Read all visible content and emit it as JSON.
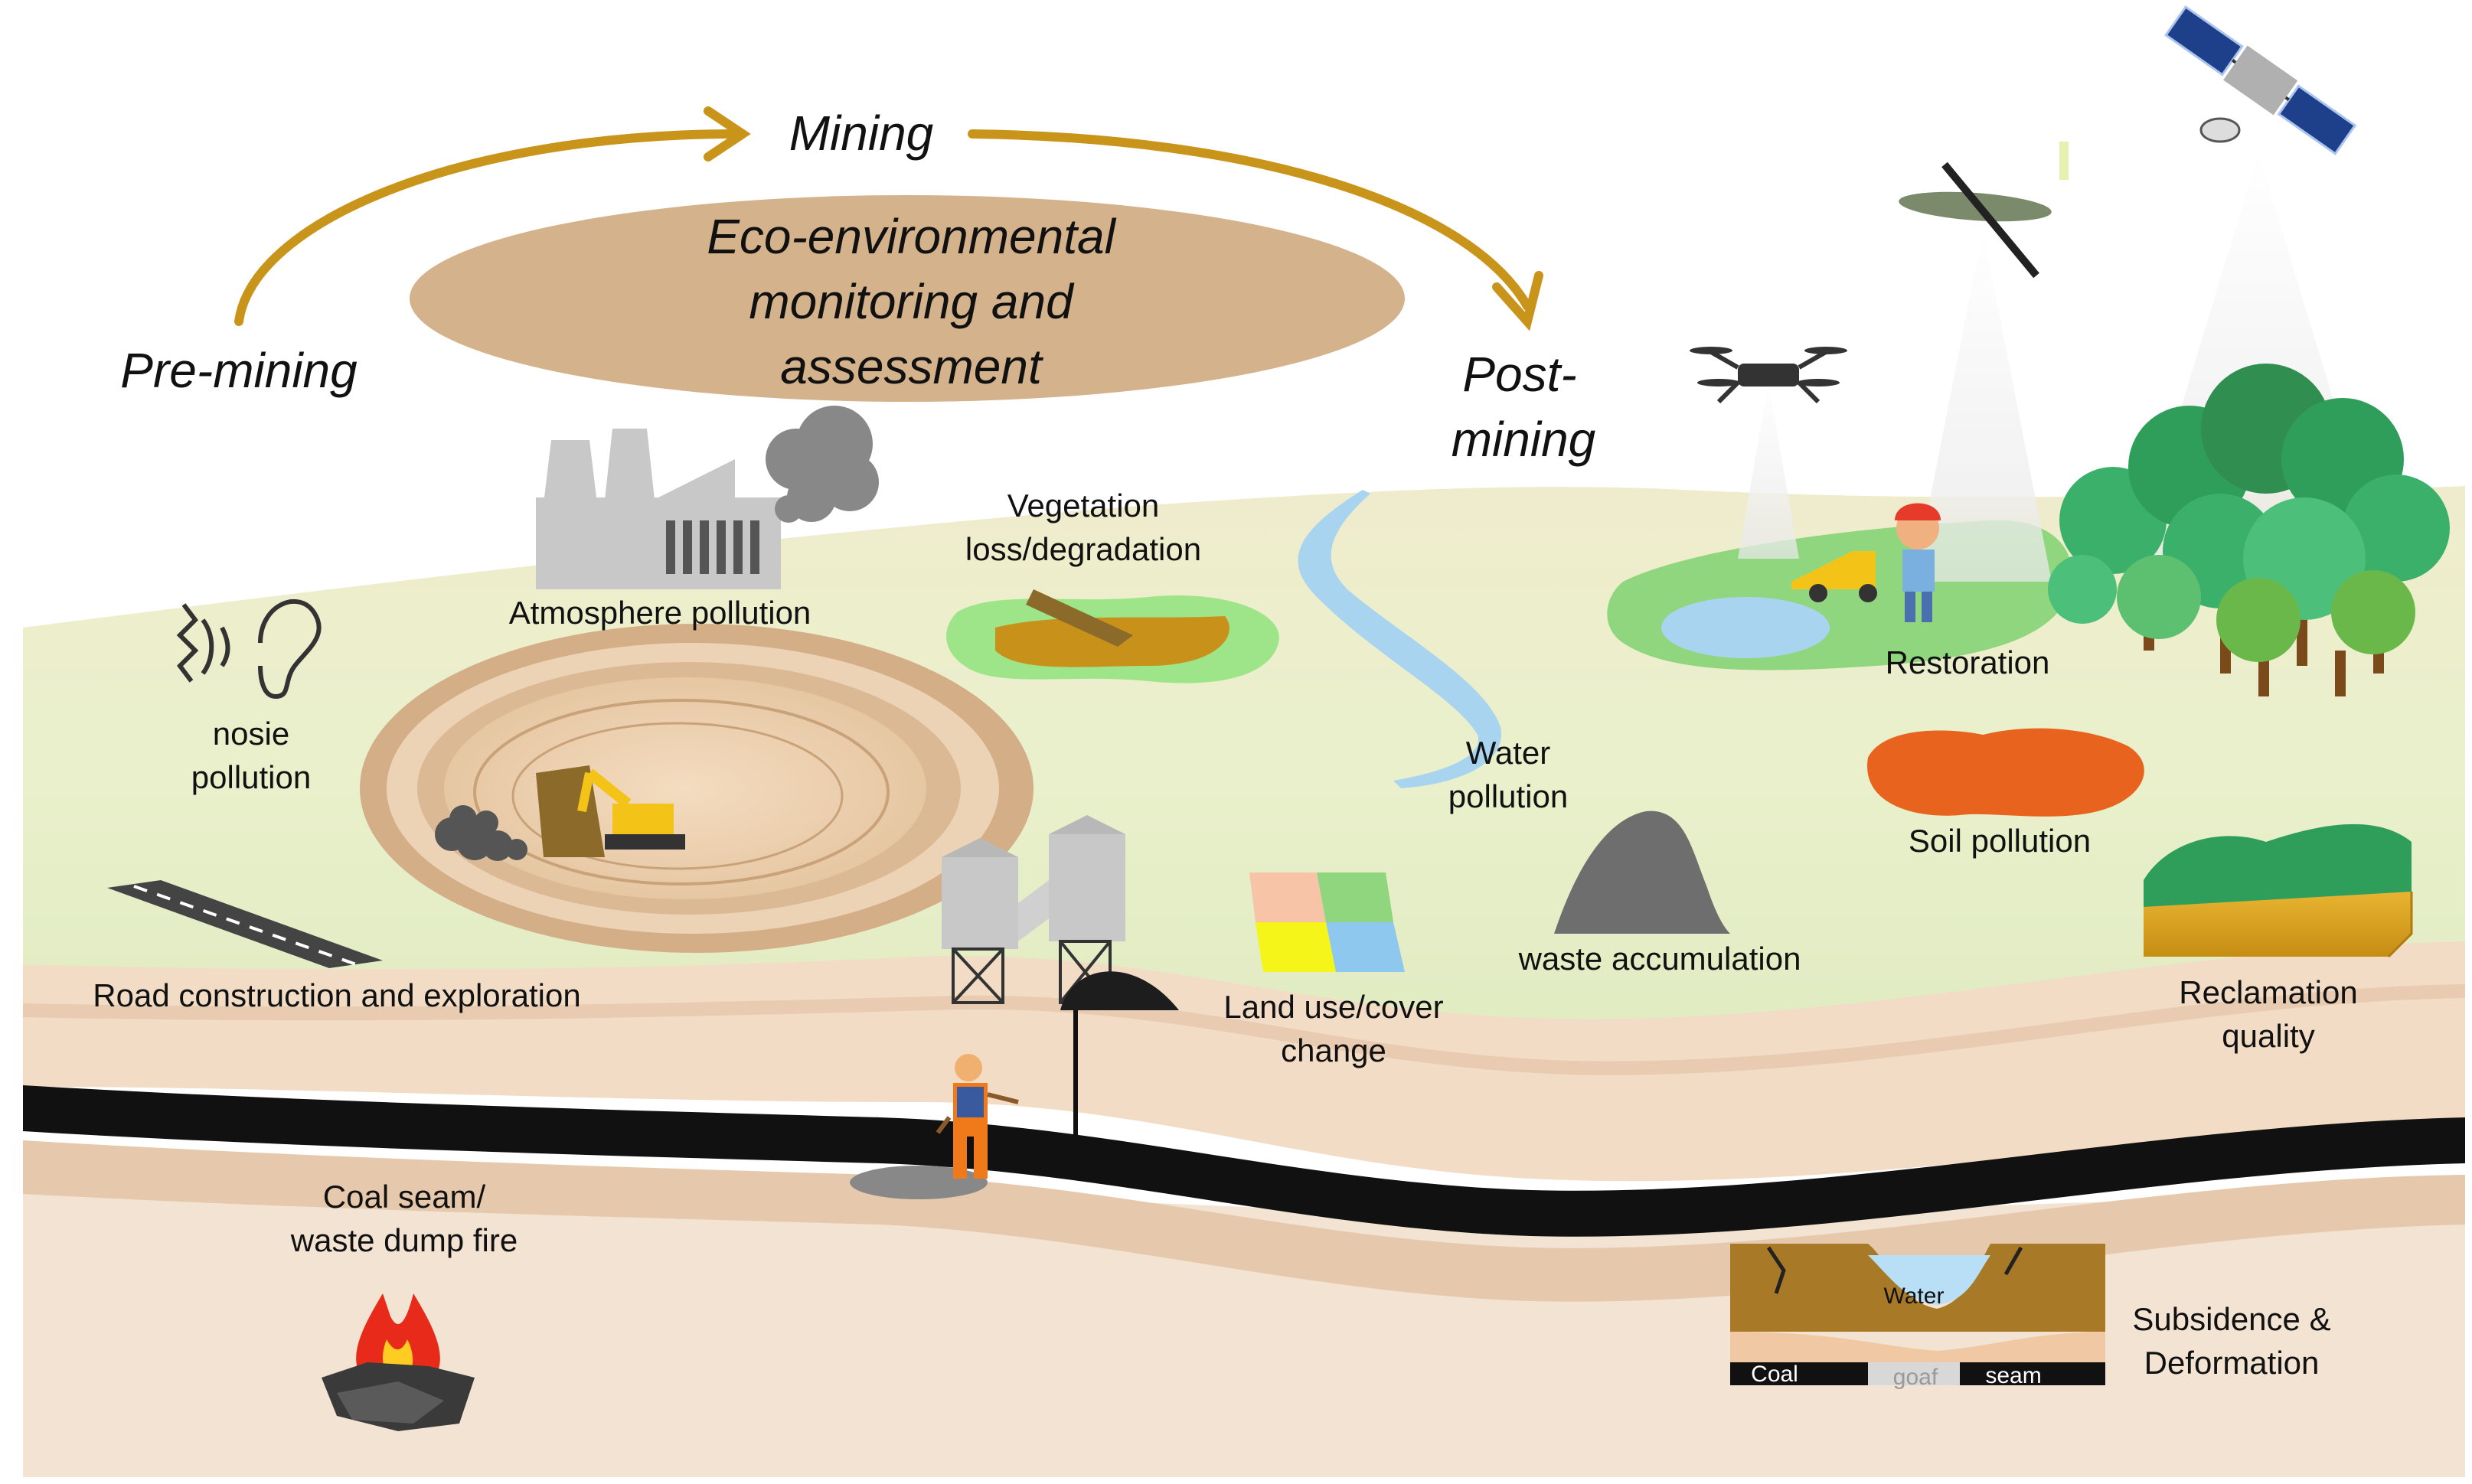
{
  "phases": {
    "pre_mining": "Pre-mining",
    "mining": "Mining",
    "post_mining_1": "Post-",
    "post_mining_2": "mining"
  },
  "center_title": {
    "line1": "Eco-environmental",
    "line2": "monitoring and",
    "line3": "assessment"
  },
  "labels": {
    "noise_1": "nosie",
    "noise_2": "pollution",
    "atmosphere": "Atmosphere pollution",
    "road": "Road construction and exploration",
    "vegetation_1": "Vegetation",
    "vegetation_2": "loss/degradation",
    "water_1": "Water",
    "water_2": "pollution",
    "land_1": "Land use/cover",
    "land_2": "change",
    "waste": "waste accumulation",
    "restoration": "Restoration",
    "soil": "Soil  pollution",
    "reclamation_1": "Reclamation",
    "reclamation_2": "quality",
    "fire_1": "Coal seam/",
    "fire_2": "waste dump fire",
    "subsidence_1": "Subsidence &",
    "subsidence_2": "Deformation"
  },
  "subsidence_inset": {
    "water": "Water",
    "coal": "Coal",
    "goaf": "goaf",
    "seam": "seam"
  },
  "colors": {
    "arrow": "#c9941a",
    "ellipse": "#d4b28c",
    "ground_top": "#eaf0c8",
    "strata": "#f1dcc4",
    "coal_seam": "#111111",
    "water": "#a9d4f0",
    "vegetation": "#2f9e5a",
    "soil_pollution": "#e8641e",
    "land_pink": "#f7c4a8",
    "land_green": "#8fd67f",
    "land_yellow": "#f5f51a",
    "land_blue": "#8fc8ee"
  }
}
